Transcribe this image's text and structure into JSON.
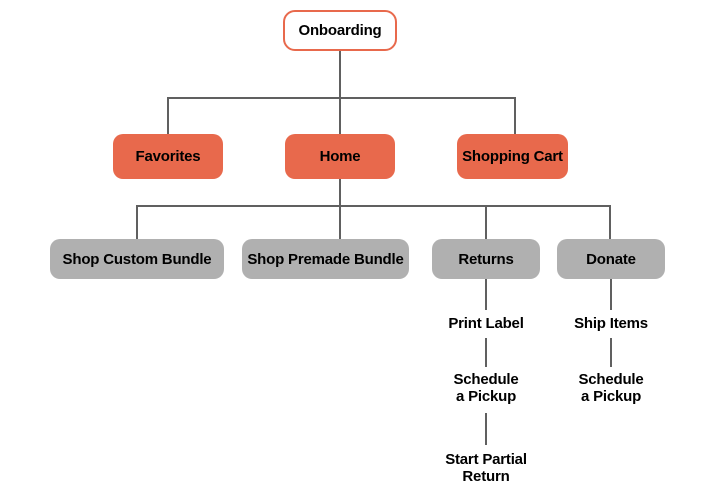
{
  "diagram_type": "sitemap-flowchart",
  "root": {
    "label": "Onboarding"
  },
  "level2": [
    {
      "label": "Favorites"
    },
    {
      "label": "Home"
    },
    {
      "label": "Shopping Cart"
    }
  ],
  "level3": [
    {
      "label": "Shop Custom Bundle"
    },
    {
      "label": "Shop Premade Bundle"
    },
    {
      "label": "Returns"
    },
    {
      "label": "Donate"
    }
  ],
  "returns_flow": [
    {
      "label": "Print Label"
    },
    {
      "label": "Schedule a Pickup"
    },
    {
      "label": "Start Partial Return"
    }
  ],
  "donate_flow": [
    {
      "label": "Ship Items"
    },
    {
      "label": "Schedule a Pickup"
    }
  ],
  "colors": {
    "accent_red": "#E8694C",
    "node_gray": "#B0B0B0",
    "connector_gray": "#606060",
    "text_black": "#000000",
    "background": "#FFFFFF"
  }
}
